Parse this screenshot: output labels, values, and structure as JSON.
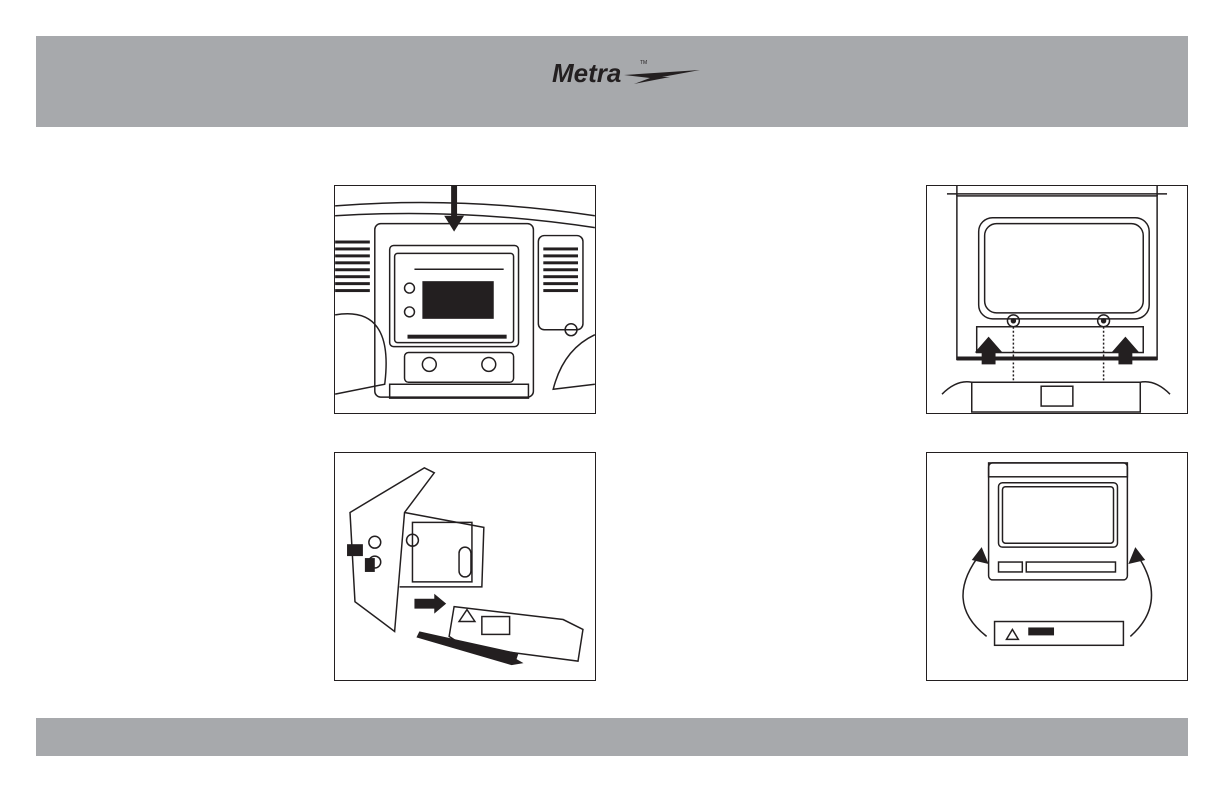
{
  "brand": {
    "logo_name": "Metra",
    "colors": {
      "bar": "#a7a9ac",
      "ink": "#231f20"
    }
  },
  "figures": [
    {
      "id": "fig1",
      "icon": "dash-radio-removal-illustration"
    },
    {
      "id": "fig2",
      "icon": "bezel-fastening-illustration"
    },
    {
      "id": "fig3",
      "icon": "kit-assembly-illustration"
    },
    {
      "id": "fig4",
      "icon": "radio-installation-illustration"
    }
  ]
}
